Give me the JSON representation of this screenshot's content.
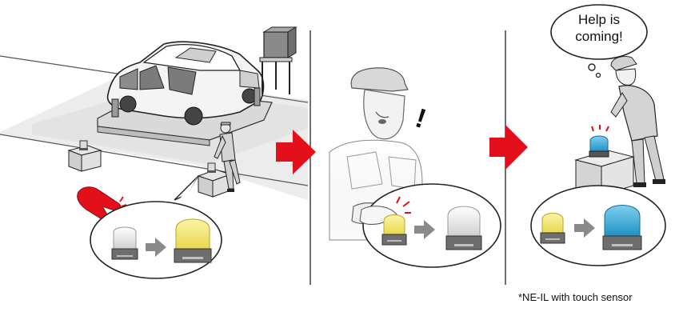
{
  "speech_bubble": {
    "line1": "Help is",
    "line2": "coming!"
  },
  "exclamation": "!",
  "footnote": "*NE-IL with touch sensor",
  "colors": {
    "arrow_red": "#e3101b",
    "lamp_yellow": "#f6ea6a",
    "lamp_blue": "#2fa9d6",
    "lamp_clear": "#f2f2f2",
    "floor_gray": "#e9e9e9",
    "figure_gray": "#d4d4d4",
    "outline": "#222222"
  },
  "icons": [
    "pointing-hand-icon",
    "tower-lamp-icon",
    "touch-spark-icon",
    "gray-arrow-icon",
    "red-arrow-icon"
  ]
}
